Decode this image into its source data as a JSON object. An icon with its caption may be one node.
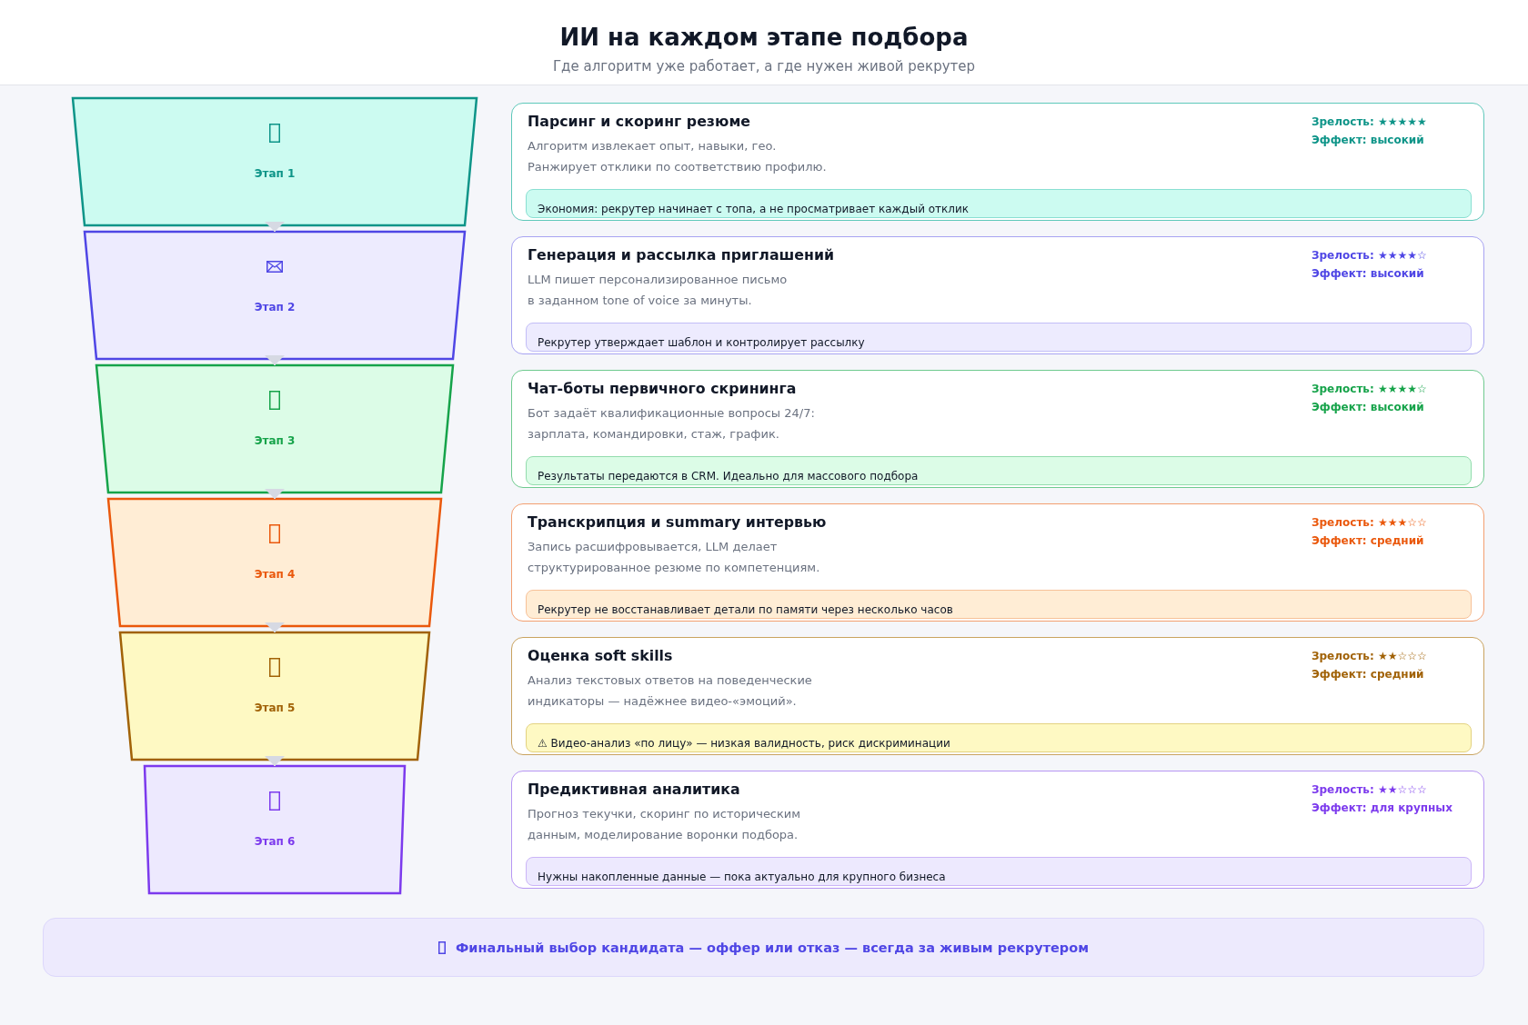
{
  "diagram": {
    "title": "ИИ на каждом этапе подбора",
    "nodes": [
      {
        "text": [
          "Этап 1"
        ]
      },
      {
        "text": [
          "Этап 2"
        ]
      },
      {
        "text": [
          "Этап 3"
        ]
      },
      {
        "text": [
          "Этап 4"
        ]
      },
      {
        "text": [
          "Этап 5"
        ]
      },
      {
        "text": [
          "Этап 6"
        ]
      },
      {
        "text": [
          "Парсинг и скоринг резюме",
          "Алгоритм извлекает опыт, навыки, гео. Ранжирует отклики по соответствию профилю.",
          "Зрелость: ★★★★★",
          "Эффект: высокий"
        ]
      },
      {
        "text": [
          "Экономия: рекрутер начинает с топа, а не просматривает каждый отклик"
        ],
        "in": 6
      },
      {
        "text": [
          "Генерация и рассылка приглашений",
          "LLM пишет персонализированное письмо в заданном tone of voice за минуты.",
          "Зрелость: ★★★★☆",
          "Эффект: высокий"
        ]
      },
      {
        "text": [
          "Рекрутер утверждает шаблон и контролирует рассылку"
        ],
        "in": 8
      },
      {
        "text": [
          "Чат-боты первичного скрининга",
          "Бот задаёт квалификационные вопросы 24/7: зарплата, командировки, стаж, график.",
          "Зрелость: ★★★★☆",
          "Эффект: высокий"
        ]
      },
      {
        "text": [
          "Результаты передаются в CRM. Идеально для массового подбора"
        ],
        "in": 10
      },
      {
        "text": [
          "Транскрипция и summary интервью",
          "Запись расшифровывается, LLM делает структурированное резюме по компетенциям.",
          "Зрелость: ★★★☆☆",
          "Эффект: средний"
        ]
      },
      {
        "text": [
          "Рекрутер не восстанавливает детали по памяти через несколько часов"
        ],
        "in": 12
      },
      {
        "text": [
          "Оценка soft skills",
          "Анализ текстовых ответов на поведенческие индикаторы — надёжнее видео-«эмоций».",
          "Зрелость: ★★☆☆☆",
          "Эффект: средний"
        ]
      },
      {
        "text": [
          "⚠ Видео-анализ «по лицу» — низкая валидность, риск дискриминации"
        ],
        "in": 14
      },
      {
        "text": [
          "Предиктивная аналитика",
          "Прогноз текучки, скоринг по историческим данным, моделирование воронки подбора.",
          "Зрелость: ★★☆☆☆",
          "Эффект: для крупных"
        ]
      },
      {
        "text": [
          "Нужны накопленные данные — пока актуально для крупного бизнеса"
        ],
        "in": 16
      },
      {
        "text": [
          "Финальный выбор кандидата — оффер или отказ — всегда за живым рекрутером"
        ]
      }
    ],
    "edges": [
      {
        "from": 0,
        "to": 1,
        "arrow": "to"
      },
      {
        "from": 1,
        "to": 2,
        "arrow": "to"
      },
      {
        "from": 2,
        "to": 3,
        "arrow": "to"
      },
      {
        "from": 3,
        "to": 4,
        "arrow": "to"
      },
      {
        "from": 4,
        "to": 5,
        "arrow": "to"
      }
    ],
    "labels": [
      "Где алгоритм уже работает, а где нужен живой рекрутер"
    ]
  }
}
